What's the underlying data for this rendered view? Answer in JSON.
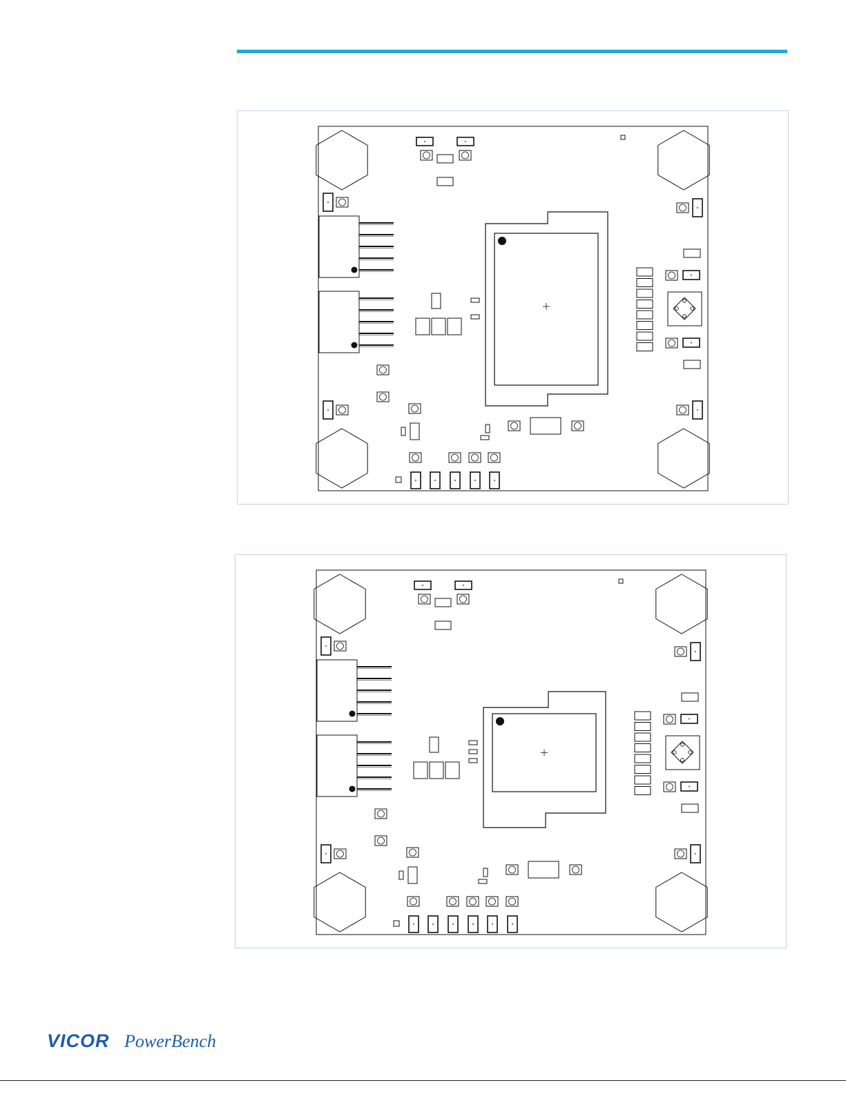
{
  "colors": {
    "accent": "#1ea7dc",
    "frame_border": "#bfd6df",
    "line": "#111111",
    "brand_blue": "#1d5ea8"
  },
  "figures": [
    {
      "label": "",
      "variant": "top"
    },
    {
      "label": "",
      "variant": "bottom"
    }
  ],
  "footer": {
    "brand": "VICOR",
    "product": "PowerBench"
  }
}
